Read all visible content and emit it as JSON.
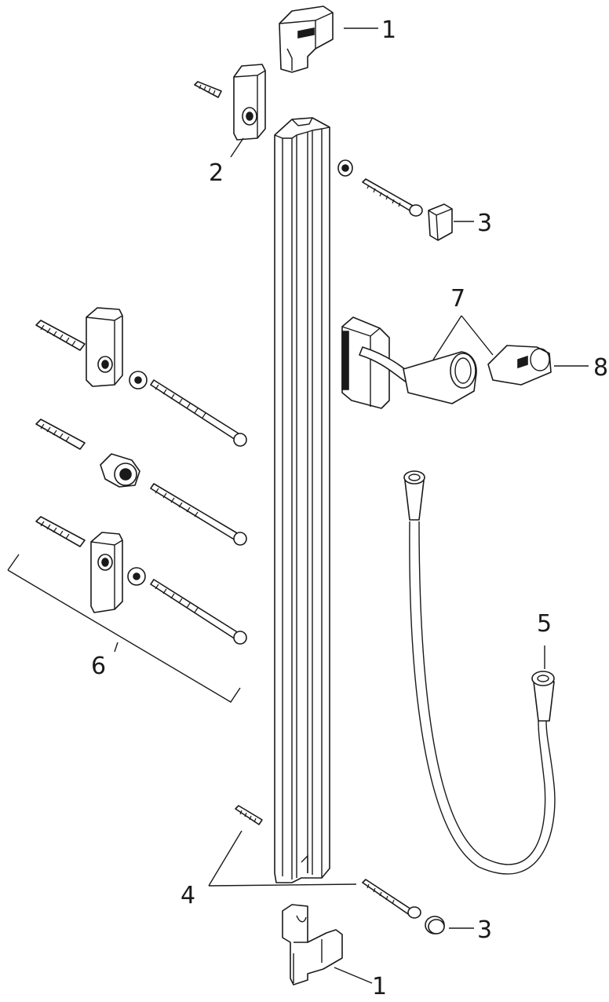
{
  "labels": {
    "part_1_top": "1",
    "part_2": "2",
    "part_3_top": "3",
    "part_7": "7",
    "part_8": "8",
    "part_5": "5",
    "part_6": "6",
    "part_4": "4",
    "part_3_bottom": "3",
    "part_1_bottom": "1"
  }
}
